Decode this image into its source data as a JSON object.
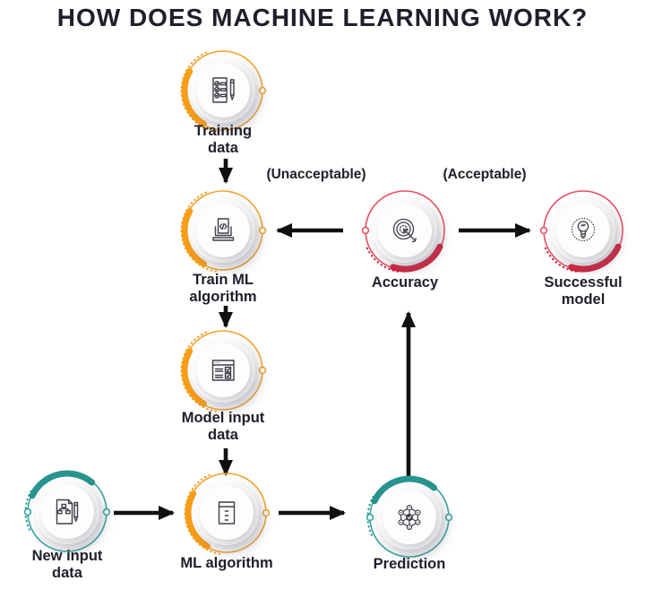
{
  "title": "HOW DOES MACHINE LEARNING WORK?",
  "annotations": {
    "unacceptable": "(Unacceptable)",
    "acceptable": "(Acceptable)"
  },
  "nodes": {
    "training_data": {
      "label": "Training data"
    },
    "train_ml": {
      "label": "Train ML algorithm"
    },
    "model_input": {
      "label": "Model input data"
    },
    "ml_algorithm": {
      "label": "ML algorithm"
    },
    "new_input": {
      "label": "New input data"
    },
    "prediction": {
      "label": "Prediction"
    },
    "accuracy": {
      "label": "Accuracy"
    },
    "successful_model": {
      "label": "Successful model"
    }
  },
  "edges": [
    {
      "from": "Training data",
      "to": "Train ML algorithm",
      "label": ""
    },
    {
      "from": "Train ML algorithm",
      "to": "Model input data",
      "label": ""
    },
    {
      "from": "Model input data",
      "to": "ML algorithm",
      "label": ""
    },
    {
      "from": "New input data",
      "to": "ML algorithm",
      "label": ""
    },
    {
      "from": "ML algorithm",
      "to": "Prediction",
      "label": ""
    },
    {
      "from": "Prediction",
      "to": "Accuracy",
      "label": ""
    },
    {
      "from": "Accuracy",
      "to": "Train ML algorithm",
      "label": "(Unacceptable)"
    },
    {
      "from": "Accuracy",
      "to": "Successful model",
      "label": "(Acceptable)"
    }
  ],
  "colors": {
    "orange_thin": "#F2A42E",
    "orange_thick": "#F79D18",
    "teal_thin": "#35A4A0",
    "teal_thick": "#28948F",
    "red_thin": "#E94F63",
    "red_thick": "#D51F3C",
    "arrow": "#101010",
    "text": "#20202B"
  }
}
